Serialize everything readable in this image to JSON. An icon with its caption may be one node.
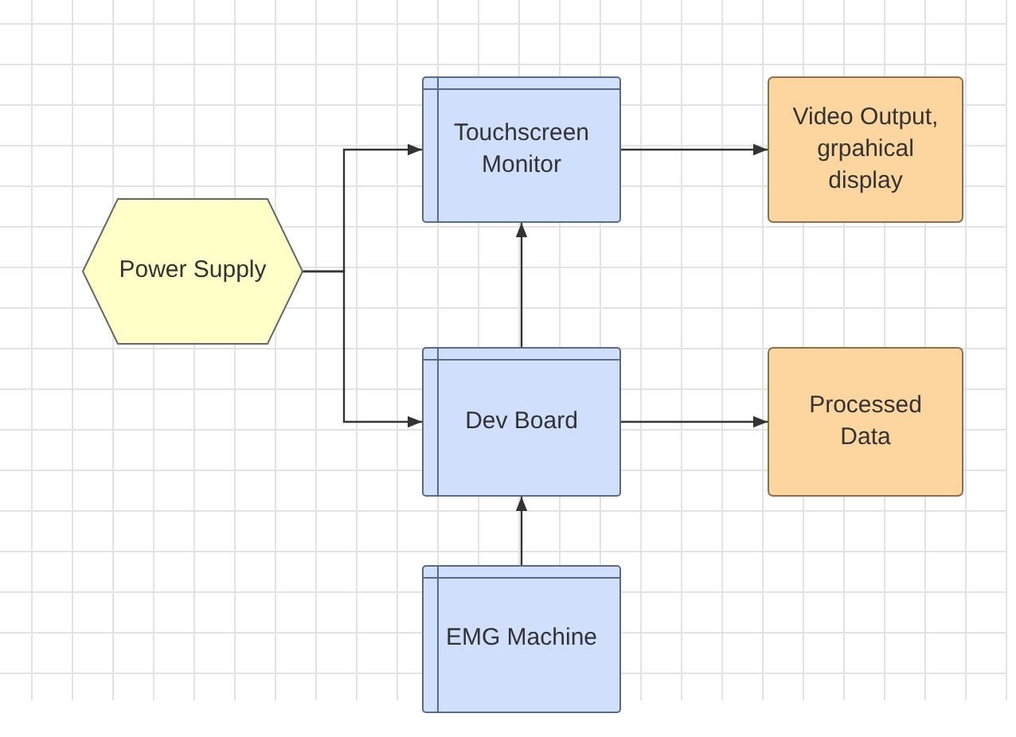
{
  "diagram": {
    "nodes": [
      {
        "text": [
          "Power Supply"
        ]
      },
      {
        "text": [
          "Touchscreen Monitor"
        ]
      },
      {
        "text": [
          "Video Output, grpahical display"
        ]
      },
      {
        "text": [
          "Dev Board"
        ]
      },
      {
        "text": [
          "Processed Data"
        ]
      },
      {
        "text": [
          "EMG Machine"
        ]
      }
    ],
    "edges": [
      {
        "from": 0,
        "to": 1,
        "arrow": "to"
      },
      {
        "from": 0,
        "to": 3,
        "arrow": "to"
      },
      {
        "from": 1,
        "to": 2,
        "arrow": "to"
      },
      {
        "from": 3,
        "to": 1,
        "arrow": "to"
      },
      {
        "from": 3,
        "to": 4,
        "arrow": "to"
      },
      {
        "from": 5,
        "to": 3,
        "arrow": "to"
      }
    ]
  }
}
